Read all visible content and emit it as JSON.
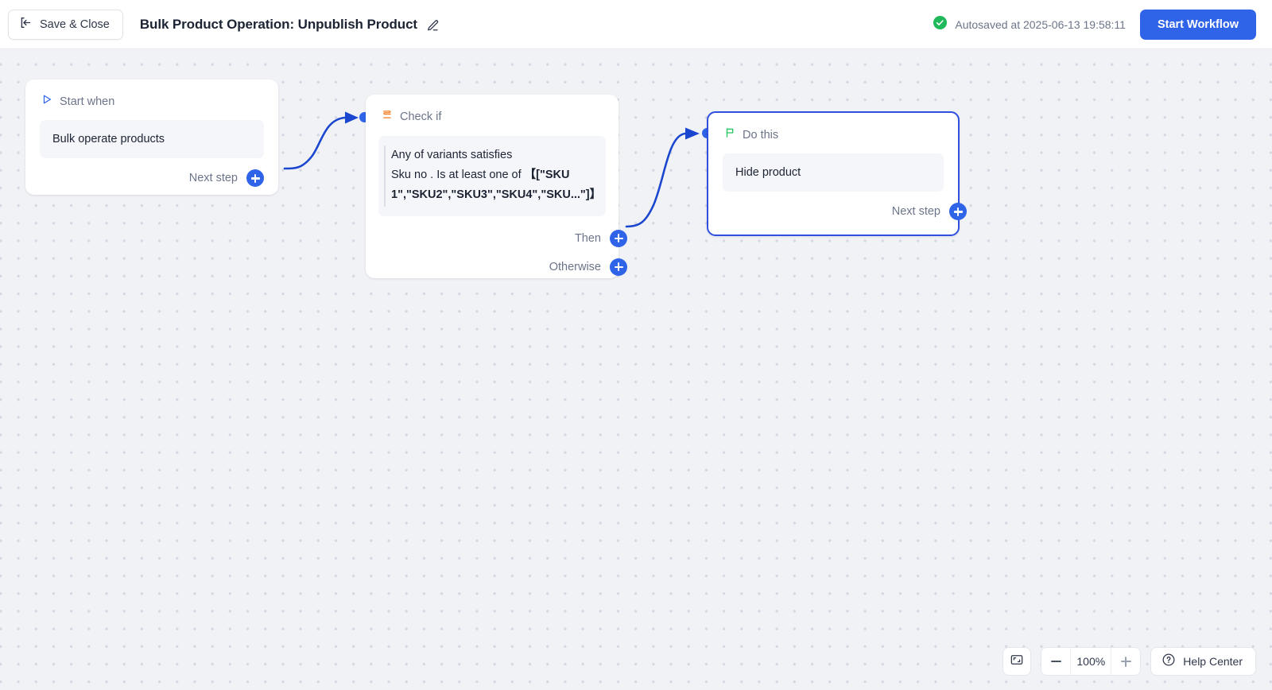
{
  "header": {
    "save_close_label": "Save & Close",
    "save_close_icon": "exit-arrow-icon",
    "title": "Bulk Product Operation: Unpublish Product",
    "edit_icon": "pencil-icon",
    "autosave_text": "Autosaved at 2025-06-13 19:58:11",
    "autosave_icon": "check-circle-icon",
    "start_workflow_label": "Start Workflow"
  },
  "colors": {
    "accent_blue": "#2f63e8",
    "selected_border": "#2f4fe0",
    "edge_blue": "#1b46cf",
    "success_green": "#1fb95c",
    "trigger_icon_blue": "#2f63e8",
    "condition_icon_orange": "#f57c20",
    "action_icon_green": "#22c55e",
    "canvas_bg": "#f0f2f5",
    "card_bg": "#ffffff",
    "body_box_bg": "#f5f6f9",
    "muted_text": "#6b7488"
  },
  "nodes": {
    "trigger": {
      "head_label": "Start when",
      "head_icon": "play-triangle-icon",
      "body_text": "Bulk operate products",
      "next_step_label": "Next step",
      "plus_icon": "plus-icon"
    },
    "condition": {
      "head_label": "Check if",
      "head_icon": "branch-condition-icon",
      "condition_line_1": "Any of variants satisfies",
      "condition_line_2": "Sku no . Is at least one of",
      "condition_value": "【[\"SKU 1\",\"SKU2\",\"SKU3\",\"SKU4\",\"SKU...\"]】",
      "then_label": "Then",
      "otherwise_label": "Otherwise",
      "plus_icon": "plus-icon"
    },
    "action": {
      "head_label": "Do this",
      "head_icon": "flag-icon",
      "body_text": "Hide product",
      "next_step_label": "Next step",
      "plus_icon": "plus-icon",
      "selected": true
    }
  },
  "bottom_toolbar": {
    "fit_icon": "fit-to-screen-icon",
    "zoom_out_icon": "minus-icon",
    "zoom_level": "100%",
    "zoom_in_icon": "plus-icon",
    "help_icon": "question-circle-icon",
    "help_label": "Help Center"
  }
}
